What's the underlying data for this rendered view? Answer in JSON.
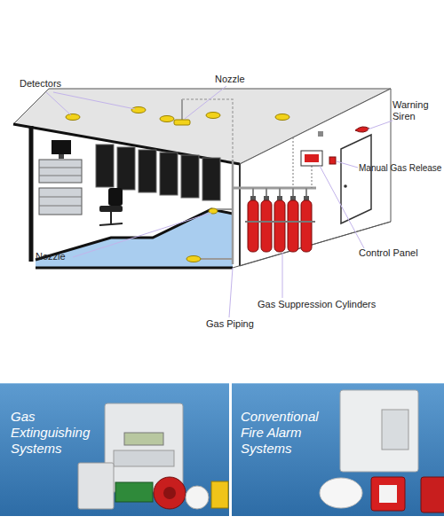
{
  "diagram": {
    "nodes": [
      {
        "text": [
          "Gas Extinguishing Systems"
        ]
      },
      {
        "text": [
          "Conventional Fire Alarm Systems"
        ]
      }
    ],
    "labels": [
      "Detectors",
      "Nozzle",
      "Warning Siren",
      "Manual Gas Release",
      "Control Panel",
      "Nozzle",
      "Gas Suppression Cylinders",
      "Gas Piping"
    ]
  }
}
